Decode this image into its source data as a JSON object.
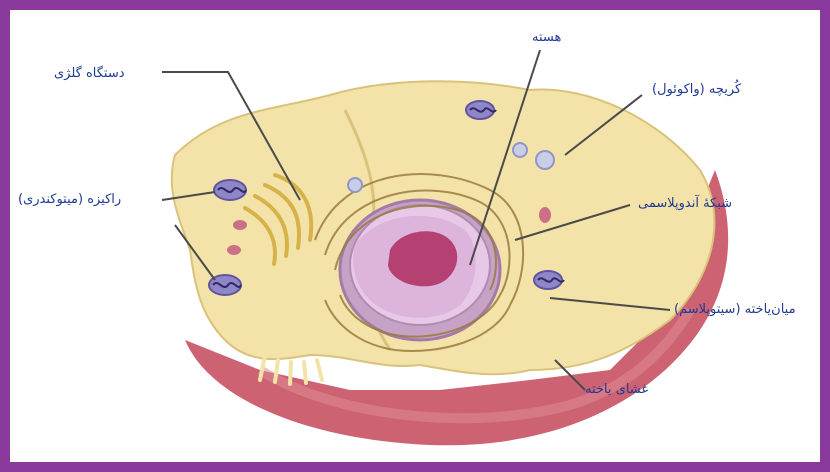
{
  "diagram": {
    "labels": {
      "golgi": "دستگاه گلژی",
      "nucleus": "هسته",
      "vacuole": "کُریچه (واکوئول)",
      "mitochondria": "راکیزه (میتوکندری)",
      "er": "شبکهٔ آندوپلاسمی",
      "cytoplasm": "میان‌یاخته (سیتوپلاسم)",
      "membrane": "غشای یاخته"
    }
  },
  "colors": {
    "frame": "#8a3a9d",
    "cytoplasm": "#f3e3a8",
    "membrane_outer": "#c95a6a",
    "nucleus": "#e7c8e6",
    "nucleolus": "#b23a6c",
    "label_text": "#1f3a93"
  }
}
